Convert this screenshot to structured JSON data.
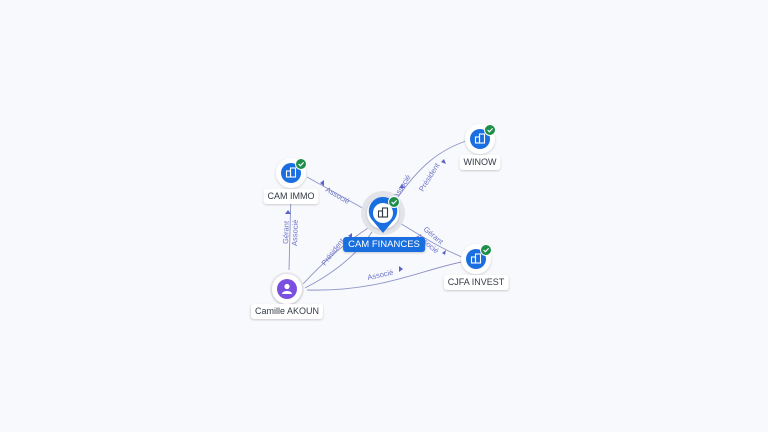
{
  "colors": {
    "edge": "#8d93c8",
    "company_fill": "#1a6fe0",
    "person_fill": "#7b4fe0",
    "check_fill": "#1e8e4b"
  },
  "nodes": {
    "center": {
      "label": "CAM FINANCES",
      "icon": "building-icon",
      "verified": true
    },
    "cam_immo": {
      "label": "CAM IMMO",
      "icon": "building-icon",
      "verified": true
    },
    "winow": {
      "label": "WINOW",
      "icon": "building-icon",
      "verified": true
    },
    "cjfa": {
      "label": "CJFA INVEST",
      "icon": "building-icon",
      "verified": true
    },
    "person": {
      "label": "Camille AKOUN",
      "icon": "person-icon",
      "verified": false
    }
  },
  "edges": {
    "center_to_immo": "Associé",
    "center_to_winow": "Président",
    "center_to_cjfa_1": "Gérant",
    "center_to_cjfa_2": "Associé",
    "person_to_center": "Président",
    "person_to_cjfa": "Associé",
    "person_to_immo_1": "Gérant",
    "person_to_immo_2": "Associé",
    "center_partial": "Associé"
  }
}
